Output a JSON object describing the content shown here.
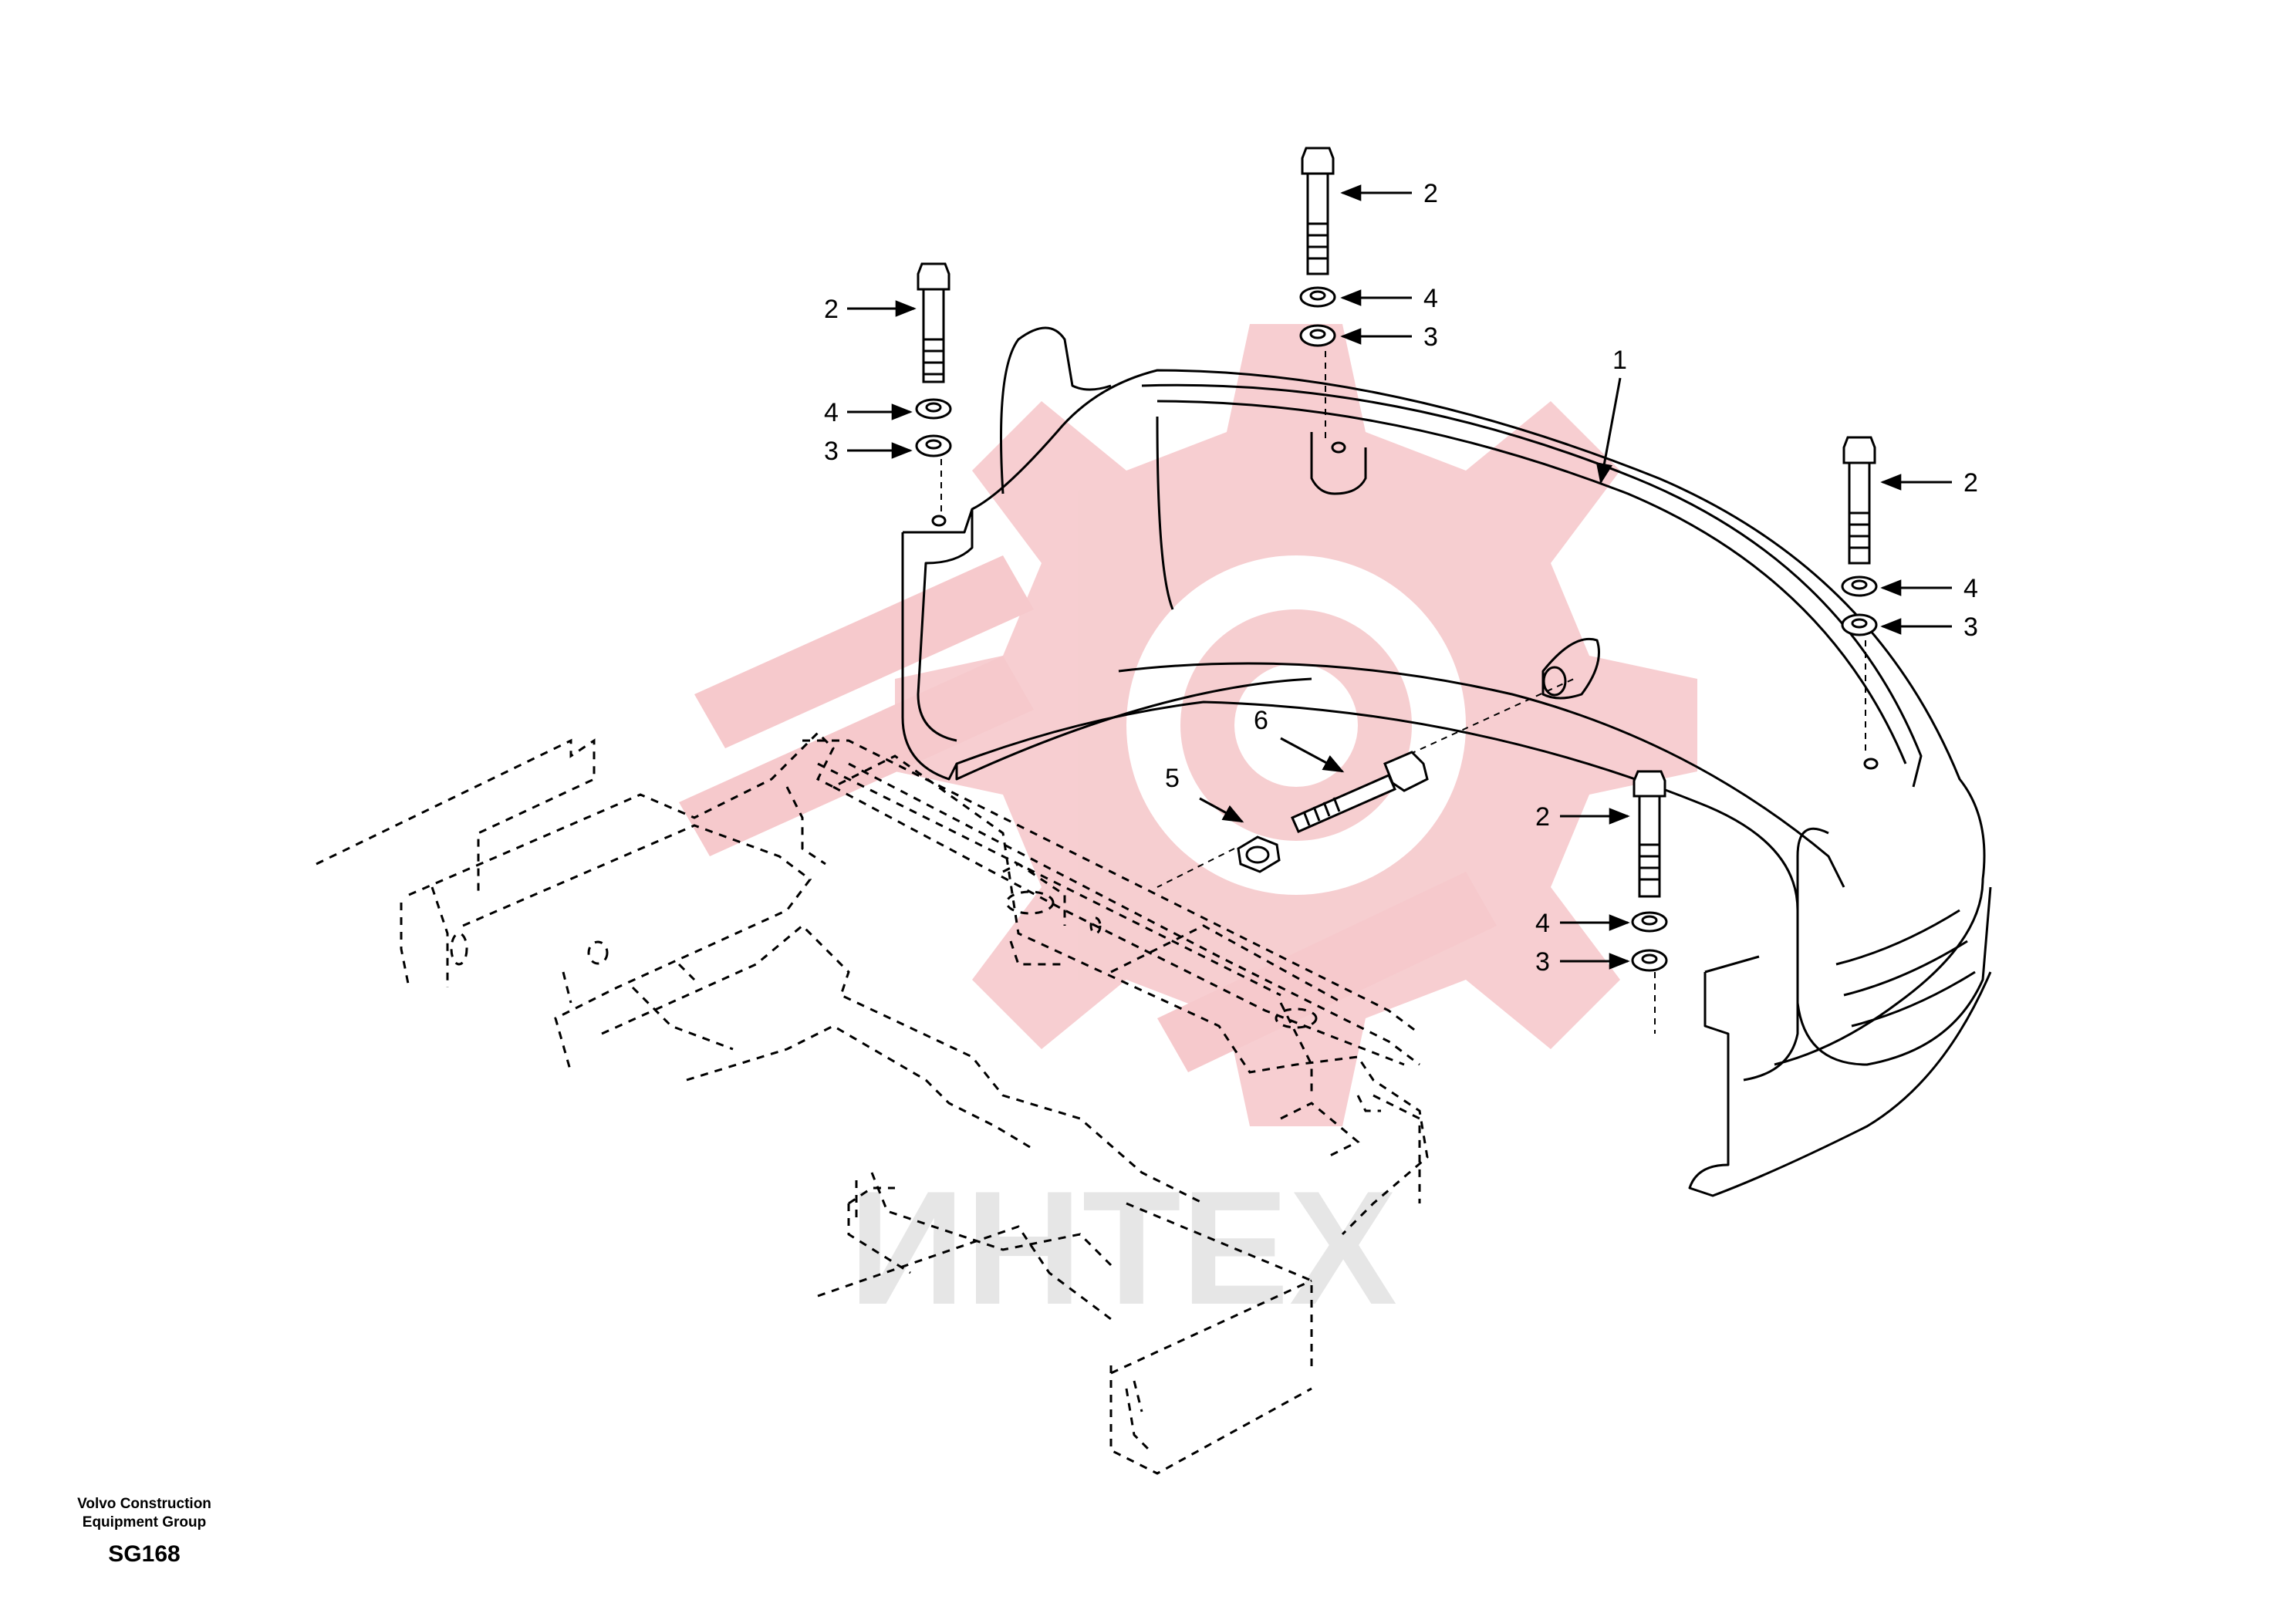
{
  "drawing": {
    "callouts": [
      {
        "id": "c1",
        "label": "1"
      },
      {
        "id": "c2a",
        "label": "2"
      },
      {
        "id": "c2b",
        "label": "2"
      },
      {
        "id": "c2c",
        "label": "2"
      },
      {
        "id": "c2d",
        "label": "2"
      },
      {
        "id": "c3a",
        "label": "3"
      },
      {
        "id": "c3b",
        "label": "3"
      },
      {
        "id": "c3c",
        "label": "3"
      },
      {
        "id": "c3d",
        "label": "3"
      },
      {
        "id": "c4a",
        "label": "4"
      },
      {
        "id": "c4b",
        "label": "4"
      },
      {
        "id": "c4c",
        "label": "4"
      },
      {
        "id": "c4d",
        "label": "4"
      },
      {
        "id": "c5",
        "label": "5"
      },
      {
        "id": "c6",
        "label": "6"
      }
    ]
  },
  "watermark": {
    "text": "ИНТЕХ",
    "gear_color": "#f6c9cc",
    "text_color": "#e6e6e6"
  },
  "footer": {
    "org_line1": "Volvo Construction",
    "org_line2": "Equipment Group",
    "code": "SG168"
  }
}
